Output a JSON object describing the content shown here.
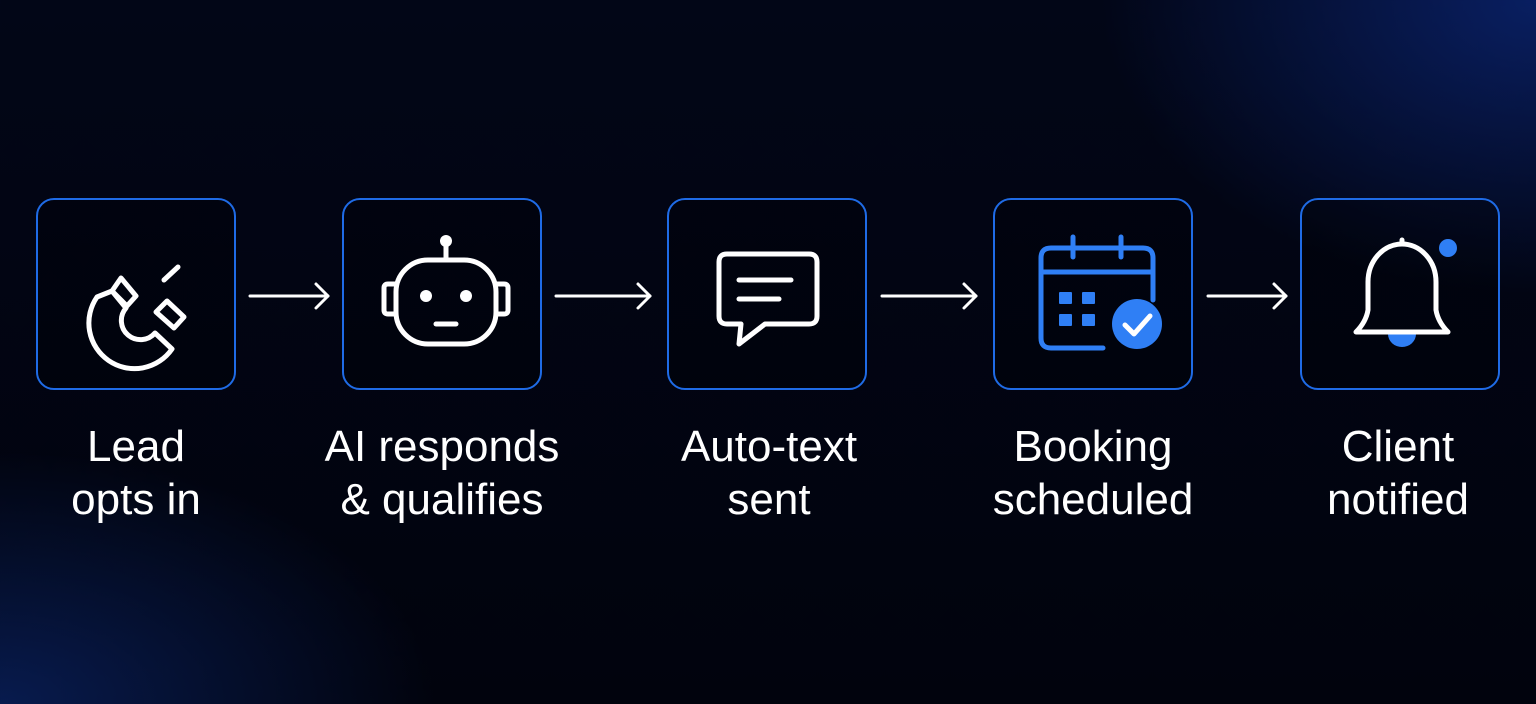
{
  "flow": {
    "steps": [
      {
        "icon": "magnet-icon",
        "line1": "Lead",
        "line2": "opts in"
      },
      {
        "icon": "robot-icon",
        "line1": "AI responds",
        "line2": "& qualifies"
      },
      {
        "icon": "chat-bubble-icon",
        "line1": "Auto-text",
        "line2": "sent"
      },
      {
        "icon": "calendar-check-icon",
        "line1": "Booking",
        "line2": "scheduled"
      },
      {
        "icon": "bell-icon",
        "line1": "Client",
        "line2": "notified"
      }
    ]
  },
  "colors": {
    "accent": "#1f6be6",
    "icon_blue": "#2f7ff5",
    "text": "#ffffff"
  }
}
